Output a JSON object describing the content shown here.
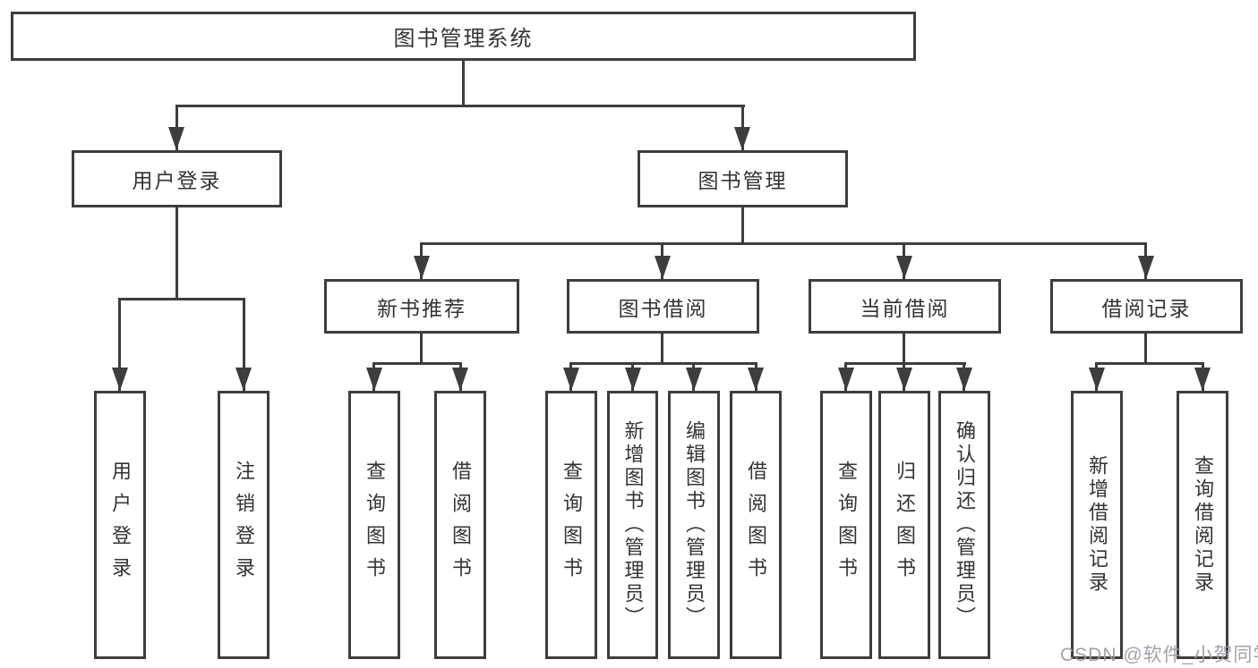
{
  "tree": {
    "root": "图书管理系统",
    "children": [
      {
        "label": "用户登录",
        "children": [
          {
            "label": "用户登录"
          },
          {
            "label": "注销登录"
          }
        ]
      },
      {
        "label": "图书管理",
        "children": [
          {
            "label": "新书推荐",
            "children": [
              {
                "label": "查询图书"
              },
              {
                "label": "借阅图书"
              }
            ]
          },
          {
            "label": "图书借阅",
            "children": [
              {
                "label": "查询图书"
              },
              {
                "label": "新增图书（管理员）"
              },
              {
                "label": "编辑图书（管理员）"
              },
              {
                "label": "借阅图书"
              }
            ]
          },
          {
            "label": "当前借阅",
            "children": [
              {
                "label": "查询图书"
              },
              {
                "label": "归还图书"
              },
              {
                "label": "确认归还（管理员）"
              }
            ]
          },
          {
            "label": "借阅记录",
            "children": [
              {
                "label": "新增借阅记录"
              },
              {
                "label": "查询借阅记录"
              }
            ]
          }
        ]
      }
    ]
  },
  "watermark": "CSDN @软件_小贺同学",
  "colors": {
    "line": "#3d3d3d",
    "text": "#333333",
    "watermark": "#9a9ea3",
    "background": "#ffffff"
  }
}
